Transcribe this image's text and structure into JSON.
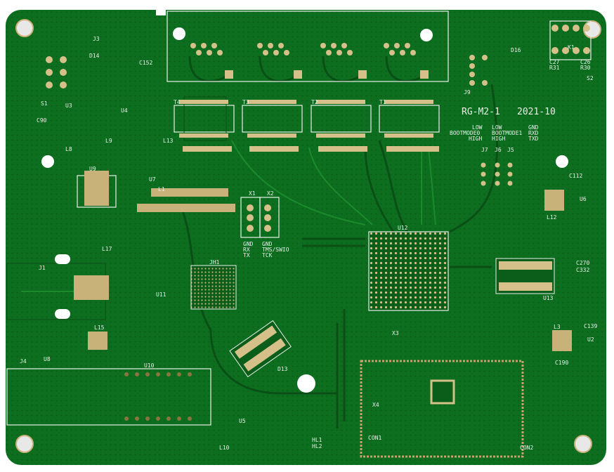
{
  "board": {
    "name": "RG-M2-1",
    "date": "2021-10",
    "colors": {
      "soldermask": "#0d6e1f",
      "silkscreen": "#e8efe8",
      "pad": "#d6c08a",
      "hole": "#ffffff"
    },
    "boot_labels": {
      "col1": [
        "LOW",
        "BOOTMODE0",
        "HIGH"
      ],
      "col2": [
        "LOW",
        "BOOTMODE1",
        "HIGH"
      ],
      "col3": [
        "GND",
        "RXD",
        "TXD"
      ]
    },
    "header_labels": {
      "x1": "X1",
      "x2": "X2",
      "x1_pins": [
        "GND",
        "RX",
        "TX"
      ],
      "x2_pins": [
        "GND",
        "TMS/SWIO",
        "TCK"
      ]
    },
    "designators": [
      "U12",
      "U13",
      "U9",
      "JH1",
      "J1",
      "J3",
      "J4",
      "J9",
      "J5",
      "J6",
      "J7",
      "T1",
      "T2",
      "T3",
      "T4",
      "D13",
      "D14",
      "D16",
      "K1",
      "S1",
      "S2",
      "C152",
      "L1",
      "L3",
      "L8",
      "L9",
      "L10",
      "L12",
      "L13",
      "L15",
      "L17",
      "U2",
      "U3",
      "U4",
      "U5",
      "U6",
      "U7",
      "U8",
      "U10",
      "X3",
      "X4",
      "C270",
      "C332",
      "C139",
      "C190",
      "C112",
      "CON1",
      "CON2",
      "HL1",
      "HL2",
      "U11",
      "C90",
      "C27",
      "R31",
      "C26",
      "R30"
    ]
  }
}
